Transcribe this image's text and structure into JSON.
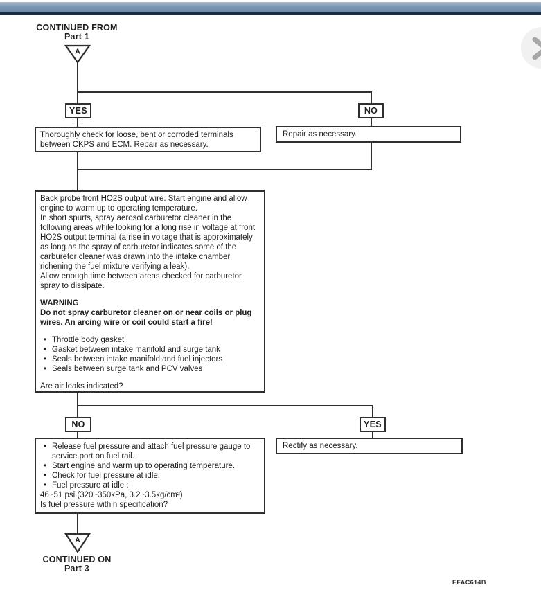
{
  "nav": {
    "next_icon": "chevron-right"
  },
  "flow": {
    "entry": {
      "title": "CONTINUED FROM",
      "part": "Part 1",
      "connector_label": "A"
    },
    "branch1": {
      "yes_label": "YES",
      "no_label": "NO",
      "yes_action": "Thoroughly check for loose, bent or corroded terminals between CKPS and ECM. Repair as necessary.",
      "no_action": "Repair as necessary."
    },
    "inspection_box": {
      "para1": "Back probe front HO2S output wire. Start engine and allow engine to warm up to operating temperature.",
      "para2": "In short spurts, spray aerosol carburetor cleaner in the following areas while looking for a long rise in voltage at front HO2S output terminal (a rise in voltage that is approximately as long as the spray of carburetor indicates some of the carburetor cleaner was drawn into the intake chamber richening the fuel mixture verifying a leak).",
      "para3": "Allow enough time between areas checked for carburetor spray to dissipate.",
      "warning_title": "WARNING",
      "warning_text": "Do not spray carburetor cleaner on or near coils or plug wires. An arcing wire or coil could start a fire!",
      "bullets": [
        "Throttle body gasket",
        "Gasket between intake manifold and surge tank",
        "Seals between intake manifold and fuel injectors",
        "Seals between surge tank and PCV valves"
      ],
      "question": "Are air leaks indicated?"
    },
    "branch2": {
      "no_label": "NO",
      "yes_label": "YES",
      "yes_action": "Rectify as necessary."
    },
    "fuel_box": {
      "bullets": [
        "Release fuel pressure and attach fuel pressure gauge to service port on fuel rail.",
        "Start engine and warm up to operating temperature.",
        "Check for fuel pressure at idle.",
        "Fuel pressure at idle :"
      ],
      "spec": "46~51 psi (320~350kPa, 3.2~3.5kg/cm²)",
      "question": "Is fuel pressure within specification?"
    },
    "exit": {
      "title": "CONTINUED ON",
      "part": "Part 3",
      "connector_label": "A"
    }
  },
  "footer": {
    "code": "EFAC614B"
  },
  "colors": {
    "header_bar": "#7b94b3",
    "header_bar_border": "#182c42",
    "flow_line": "#2f2f2f",
    "nav_circle": "#f1f1f1",
    "nav_chevron": "#a8a8a8"
  }
}
